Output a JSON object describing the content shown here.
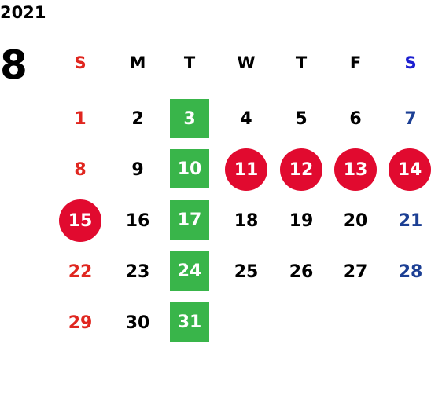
{
  "year": "2021",
  "month": "8",
  "weekdays": [
    {
      "label": "S",
      "color": "#e0261f"
    },
    {
      "label": "M",
      "color": "#000000"
    },
    {
      "label": "T",
      "color": "#000000"
    },
    {
      "label": "W",
      "color": "#000000"
    },
    {
      "label": "T",
      "color": "#000000"
    },
    {
      "label": "F",
      "color": "#000000"
    },
    {
      "label": "S",
      "color": "#1c1fd0"
    }
  ],
  "colors": {
    "sunday": "#e0261f",
    "saturday": "#1c3f94",
    "highlight_green": "#39b54a",
    "highlight_red": "#e10a2f"
  },
  "weeks": [
    [
      "1",
      "2",
      "3",
      "4",
      "5",
      "6",
      "7"
    ],
    [
      "8",
      "9",
      "10",
      "11",
      "12",
      "13",
      "14"
    ],
    [
      "15",
      "16",
      "17",
      "18",
      "19",
      "20",
      "21"
    ],
    [
      "22",
      "23",
      "24",
      "25",
      "26",
      "27",
      "28"
    ],
    [
      "29",
      "30",
      "31",
      "",
      "",
      "",
      ""
    ]
  ]
}
